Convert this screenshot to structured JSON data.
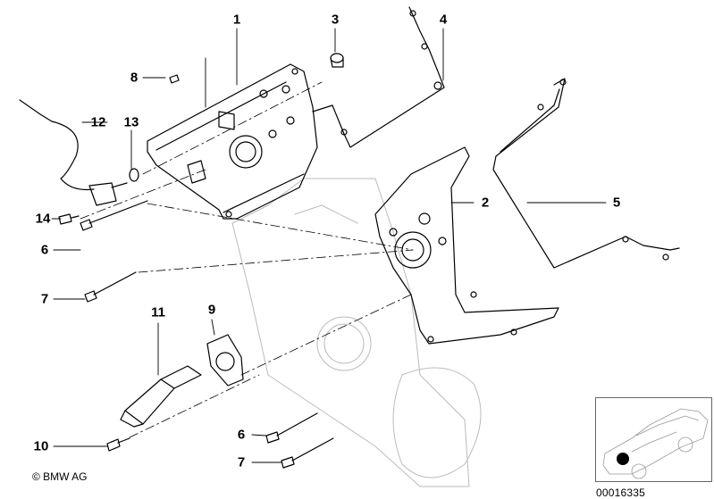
{
  "diagram": {
    "callouts": [
      {
        "id": "c1",
        "label": "1"
      },
      {
        "id": "c2",
        "label": "2"
      },
      {
        "id": "c3",
        "label": "3"
      },
      {
        "id": "c4",
        "label": "4"
      },
      {
        "id": "c5",
        "label": "5"
      },
      {
        "id": "c6a",
        "label": "6"
      },
      {
        "id": "c6b",
        "label": "6"
      },
      {
        "id": "c7a",
        "label": "7"
      },
      {
        "id": "c7b",
        "label": "7"
      },
      {
        "id": "c8",
        "label": "8"
      },
      {
        "id": "c9",
        "label": "9"
      },
      {
        "id": "c10",
        "label": "10"
      },
      {
        "id": "c11",
        "label": "11"
      },
      {
        "id": "c12",
        "label": "12"
      },
      {
        "id": "c13",
        "label": "13"
      },
      {
        "id": "c14",
        "label": "14"
      }
    ],
    "copyright": "© BMW AG",
    "reference_number": "00016335"
  }
}
